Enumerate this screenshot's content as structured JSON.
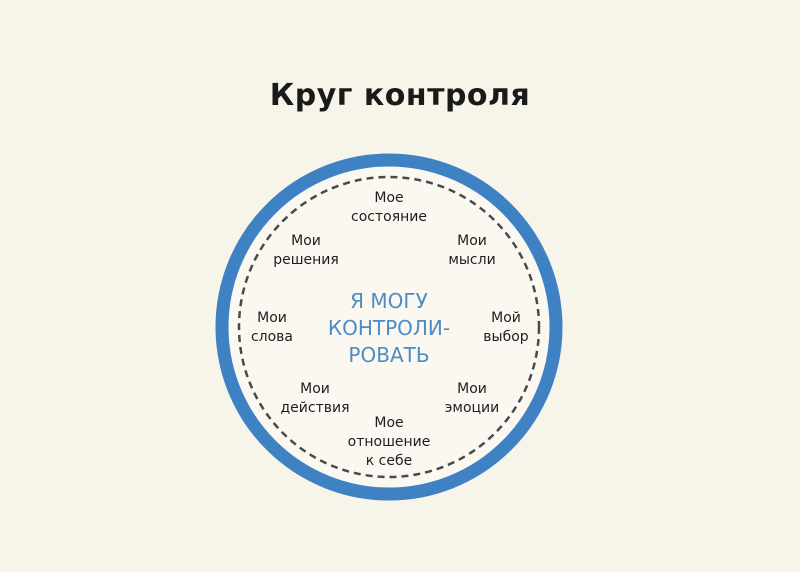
{
  "title": "Круг контроля",
  "center_text": [
    "Я МОГУ",
    "КОНТРОЛИ-",
    "РОВАТЬ"
  ],
  "items": [
    {
      "lines": [
        "Мое",
        "состояние"
      ]
    },
    {
      "lines": [
        "Мои",
        "мысли"
      ]
    },
    {
      "lines": [
        "Мой",
        "выбор"
      ]
    },
    {
      "lines": [
        "Мои",
        "эмоции"
      ]
    },
    {
      "lines": [
        "Мое",
        "отношение",
        "к себе"
      ]
    },
    {
      "lines": [
        "Мои",
        "действия"
      ]
    },
    {
      "lines": [
        "Мои",
        "слова"
      ]
    },
    {
      "lines": [
        "Мои",
        "решения"
      ]
    }
  ],
  "colors": {
    "ring": "#3f82c4",
    "center_text": "#4d8dc4",
    "dash": "#4a4a4a",
    "background": "#f7f4ea"
  }
}
